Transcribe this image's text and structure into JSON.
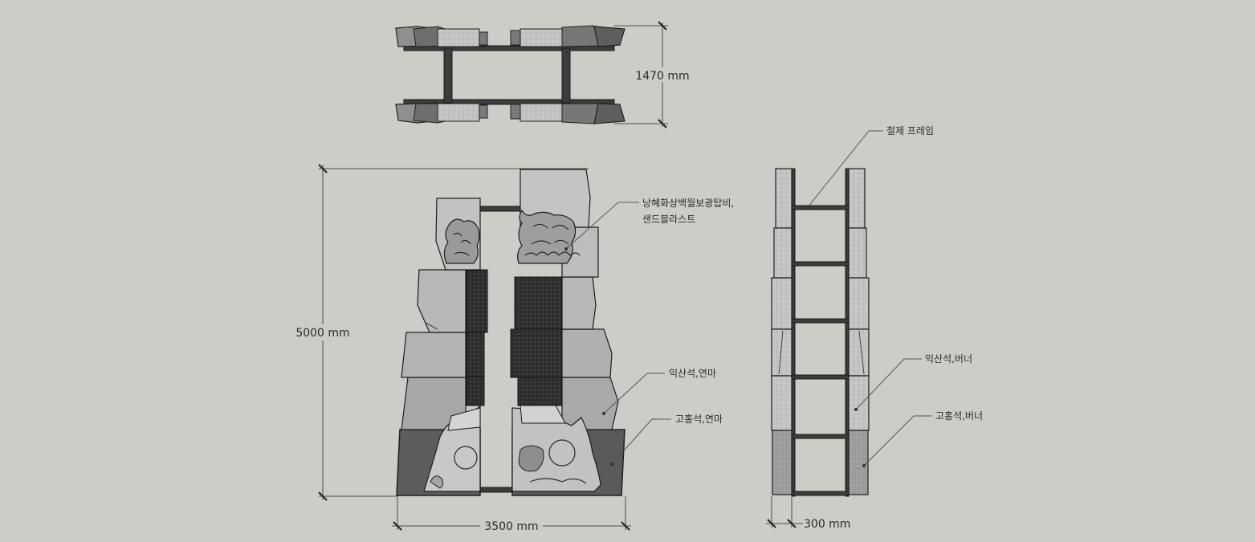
{
  "dimensions": {
    "top_depth": "1470 mm",
    "front_height": "5000 mm",
    "front_width": "3500 mm",
    "side_depth": "300 mm"
  },
  "labels": {
    "stele_line1": "낭혜화상백월보광탑비,",
    "stele_line2": "샌드블라스트",
    "front_iksan": "익산석,연마",
    "front_gohong": "고홍석,연마",
    "steel_frame": "철제 프레임",
    "side_iksan": "익산석,버너",
    "side_gohong": "고홍석,버너"
  },
  "colors": {
    "background": "#cdcdc7",
    "stone_light": "#c9c9c9",
    "stone_mid": "#a9a9a9",
    "stone_dark": "#5a5a5a",
    "carving_dark": "#2e2e2e",
    "steel": "#3c3c3c"
  }
}
